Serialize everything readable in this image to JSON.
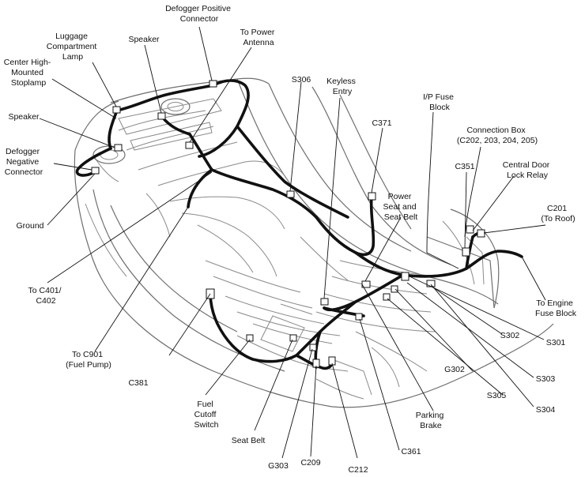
{
  "labels": {
    "defogger_positive_connector": [
      "Defogger Positive",
      "Connector"
    ],
    "to_power_antenna": [
      "To Power",
      "Antenna"
    ],
    "luggage_compartment_lamp": [
      "Luggage",
      "Compartment",
      "Lamp"
    ],
    "speaker_top": [
      "Speaker"
    ],
    "center_high_mounted_stoplamp": [
      "Center High-",
      "Mounted",
      "Stoplamp"
    ],
    "speaker_left": [
      "Speaker"
    ],
    "defogger_negative_connector": [
      "Defogger",
      "Negative",
      "Connector"
    ],
    "ground": [
      "Ground"
    ],
    "to_c401_c402": [
      "To C401/",
      "C402"
    ],
    "to_c901": [
      "To C901",
      "(Fuel Pump)"
    ],
    "c381": [
      "C381"
    ],
    "fuel_cutoff_switch": [
      "Fuel",
      "Cutoff",
      "Switch"
    ],
    "seat_belt": [
      "Seat Belt"
    ],
    "g303": [
      "G303"
    ],
    "c209": [
      "C209"
    ],
    "c212": [
      "C212"
    ],
    "c361": [
      "C361"
    ],
    "parking_brake": [
      "Parking",
      "Brake"
    ],
    "s306": [
      "S306"
    ],
    "keyless_entry": [
      "Keyless",
      "Entry"
    ],
    "c371": [
      "C371"
    ],
    "power_seat_and_seat_belt": [
      "Power",
      "Seat and",
      "Seat Belt"
    ],
    "ip_fuse_block": [
      "I/P Fuse",
      "Block"
    ],
    "connection_box": [
      "Connection Box",
      "(C202, 203, 204, 205)"
    ],
    "c351": [
      "C351"
    ],
    "central_door_lock_relay": [
      "Central Door",
      "Lock Relay"
    ],
    "c201": [
      "C201",
      "(To Roof)"
    ],
    "to_engine_fuse_block": [
      "To Engine",
      "Fuse Block"
    ],
    "s301": [
      "S301"
    ],
    "s302": [
      "S302"
    ],
    "g302": [
      "G302"
    ],
    "s303": [
      "S303"
    ],
    "s305": [
      "S305"
    ],
    "s304": [
      "S304"
    ]
  }
}
